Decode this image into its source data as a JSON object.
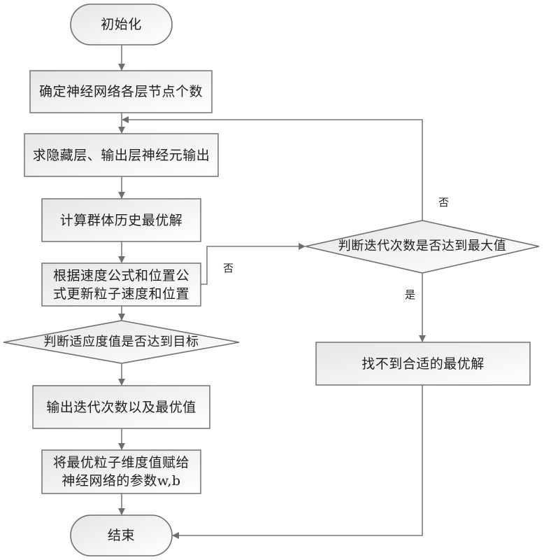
{
  "diagram": {
    "type": "flowchart",
    "colors": {
      "stroke": "#7a7a7a",
      "fill_start": "#ebebeb",
      "fill_end": "#ffffff",
      "text": "#1e1e1e"
    },
    "nodes": {
      "start": "初始化",
      "determine_nodes": "确定神经网络各层节点个数",
      "compute_outputs": "求隐藏层、输出层神经元输出",
      "compute_best": "计算群体历史最优解",
      "update_particles": "根据速度公式和位置公\n式更新粒子速度和位置",
      "decision_fitness": "判断适应度值是否达到目标",
      "output_iterations": "输出迭代次数以及最优值",
      "assign_params": "将最优粒子维度值赋给\n神经网络的参数w,b",
      "end": "结束",
      "decision_max_iter": "判断迭代次数是否达到最大值",
      "no_solution": "找不到合适的最优解"
    },
    "edge_labels": {
      "fitness_no": "否",
      "max_iter_no": "否",
      "max_iter_yes": "是"
    }
  }
}
